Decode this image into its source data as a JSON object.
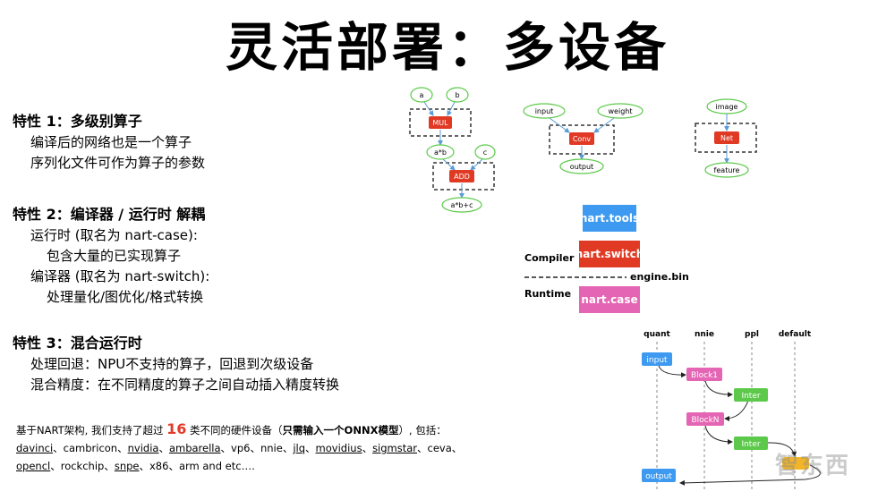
{
  "title": "灵活部署：多设备",
  "features": [
    {
      "heading": "特性 1：多级别算子",
      "lines": [
        "编译后的网络也是一个算子",
        "序列化文件可作为算子的参数"
      ]
    },
    {
      "heading": "特性 2：编译器 / 运行时 解耦",
      "lines": [
        "运行时 (取名为 nart-case):",
        "包含大量的已实现算子",
        "编译器 (取名为 nart-switch):",
        "处理量化/图优化/格式转换"
      ]
    },
    {
      "heading": "特性 3：混合运行时",
      "lines": [
        "处理回退：NPU不支持的算子，回退到次级设备",
        "混合精度：在不同精度的算子之间自动插入精度转换"
      ]
    }
  ],
  "note": {
    "prefix": "基于NART架构, 我们支持了超过 ",
    "count": "16",
    "middle": " 类不同的硬件设备（",
    "bold": "只需输入一个ONNX模型",
    "suffix": "）, 包括：",
    "devices": [
      "davinci",
      "cambricon",
      "nvidia",
      "ambarella",
      "vp6",
      "nnie",
      "jlq",
      "movidius",
      "sigmstar",
      "ceva",
      "opencl",
      "rockchip",
      "snpe",
      "x86",
      "arm and etc…."
    ]
  },
  "graph1": {
    "inputs": [
      "a",
      "b"
    ],
    "op1": "MUL",
    "mid": "a*b",
    "extra": "c",
    "op2": "ADD",
    "out": "a*b+c"
  },
  "graph2": {
    "inputs": [
      "input",
      "weight"
    ],
    "op": "Conv",
    "out": "output"
  },
  "graph3": {
    "input": "image",
    "op": "Net",
    "out": "feature"
  },
  "stack": {
    "tools": "nart.tools",
    "switch": "nart.switch",
    "case": "nart.case",
    "compiler": "Compiler",
    "runtime": "Runtime",
    "engine": "engine.bin",
    "colors": {
      "tools": "#3d9af0",
      "switch": "#e03a24",
      "case": "#e465b3"
    }
  },
  "seq": {
    "columns": [
      "quant",
      "nnie",
      "ppl",
      "default"
    ],
    "nodes": {
      "input": "input",
      "block1": "Block1",
      "inter1": "Inter",
      "blockn": "BlockN",
      "inter2": "Inter",
      "output": "output"
    },
    "colors": {
      "io": "#3d9af0",
      "block": "#e465b3",
      "inter": "#5cc94a",
      "default": "#f2b52a"
    }
  },
  "watermark": "智东西"
}
